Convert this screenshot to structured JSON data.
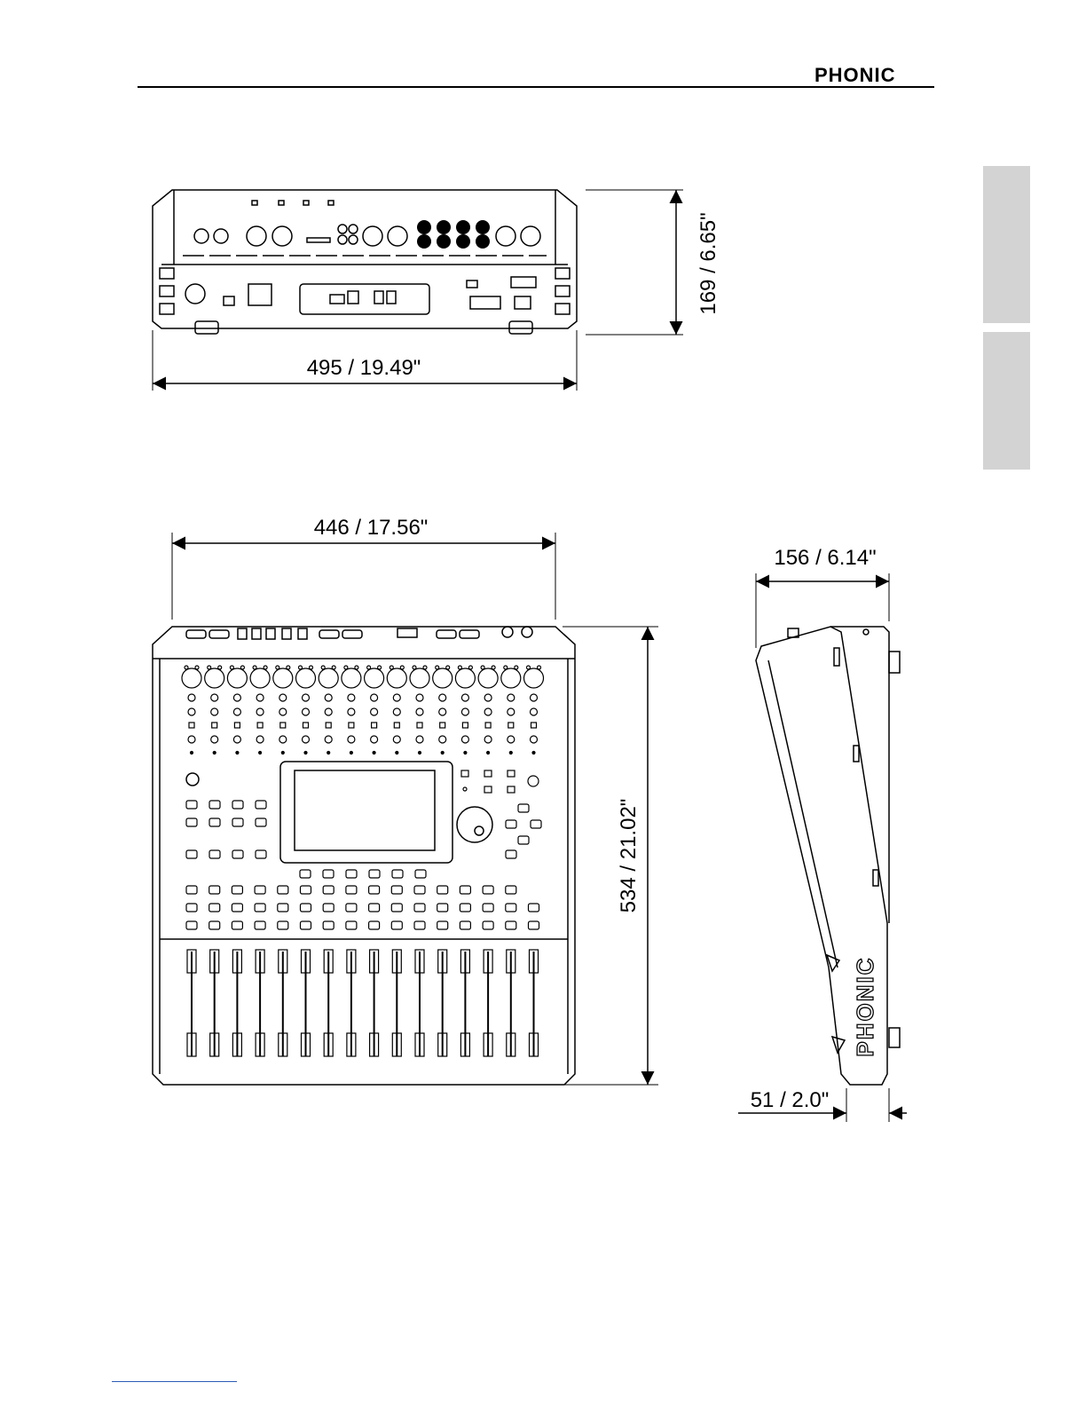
{
  "header": {
    "brand": "PHONIC"
  },
  "rear_view": {
    "width_label": "495 / 19.49\"",
    "height_label": "169 / 6.65\""
  },
  "top_view": {
    "width_label": "446 / 17.56\"",
    "depth_label": "534 / 21.02\""
  },
  "side_view": {
    "height_label": "156 / 6.14\"",
    "front_label": "51 / 2.0\"",
    "brand_vertical": "PHONIC"
  }
}
